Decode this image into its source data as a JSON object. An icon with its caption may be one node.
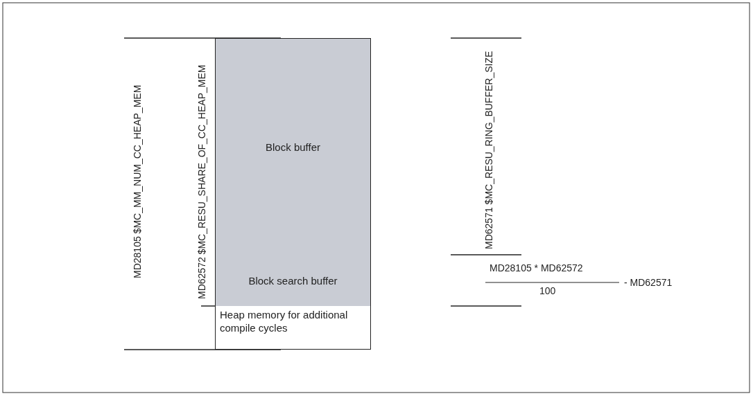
{
  "diagram": {
    "nodes": [
      {
        "text": [
          "Block buffer"
        ]
      },
      {
        "text": [
          "Block search buffer"
        ]
      },
      {
        "text": [
          "Heap memory for additional compile cycles"
        ]
      }
    ],
    "labels": [
      "MD28105 $MC_MM_NUM_CC_HEAP_MEM",
      "MD62572 $MC_RESU_SHARE_OF_CC_HEAP_MEM",
      "MD62571 $MC_RESU_RING_BUFFER_SIZE",
      "MD28105 * MD62572",
      "100",
      "- MD62571"
    ]
  }
}
